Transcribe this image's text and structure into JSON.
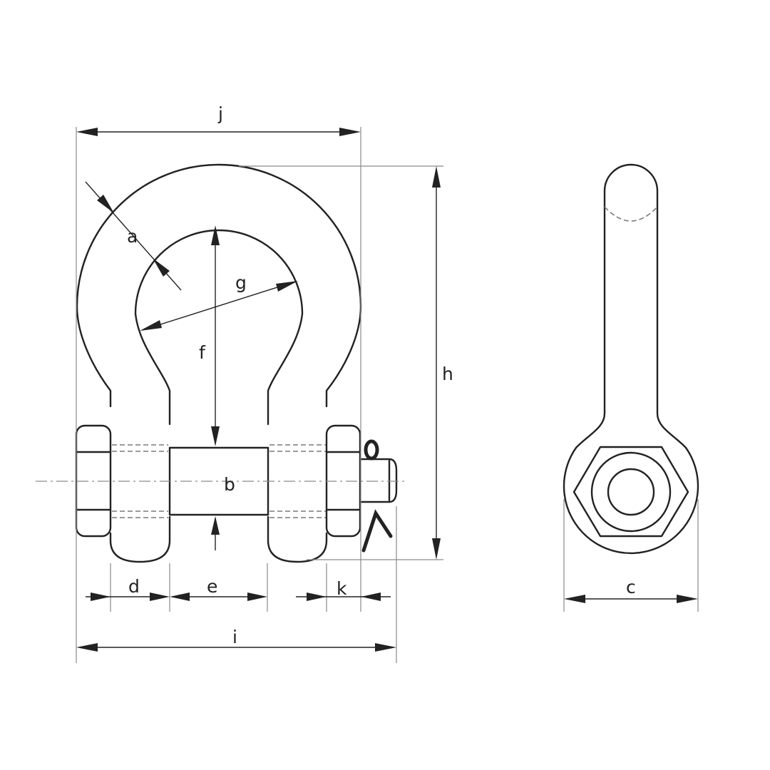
{
  "labels": {
    "a": "a",
    "b": "b",
    "c": "c",
    "d": "d",
    "e": "e",
    "f": "f",
    "g": "g",
    "h": "h",
    "i": "i",
    "j": "j",
    "k": "k"
  },
  "colors": {
    "ink": "#222222",
    "extension": "#8a8a8a",
    "background": "#ffffff"
  }
}
